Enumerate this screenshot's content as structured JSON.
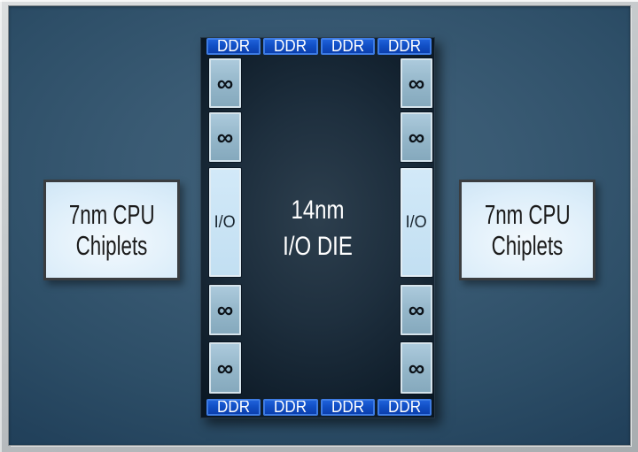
{
  "die": {
    "line1": "14nm",
    "line2": "I/O DIE"
  },
  "chiplets": {
    "left": {
      "line1": "7nm CPU",
      "line2": "Chiplets"
    },
    "right": {
      "line1": "7nm CPU",
      "line2": "Chiplets"
    }
  },
  "ddr": {
    "top": [
      "DDR",
      "DDR",
      "DDR",
      "DDR"
    ],
    "bottom": [
      "DDR",
      "DDR",
      "DDR",
      "DDR"
    ]
  },
  "links": {
    "left": [
      "∞",
      "∞",
      "I/O",
      "∞",
      "∞"
    ],
    "right": [
      "∞",
      "∞",
      "I/O",
      "∞",
      "∞"
    ]
  },
  "colors": {
    "background": "#2f506b",
    "frame": "#c0c4c6",
    "die_background": "#1c2d3c",
    "ddr_fill": "#114fc5",
    "ddr_border": "#3d7be3",
    "link_box_fill": "#95b7ca",
    "io_box_fill": "#c9e4f5",
    "chiplet_fill": "#ddeefa"
  }
}
